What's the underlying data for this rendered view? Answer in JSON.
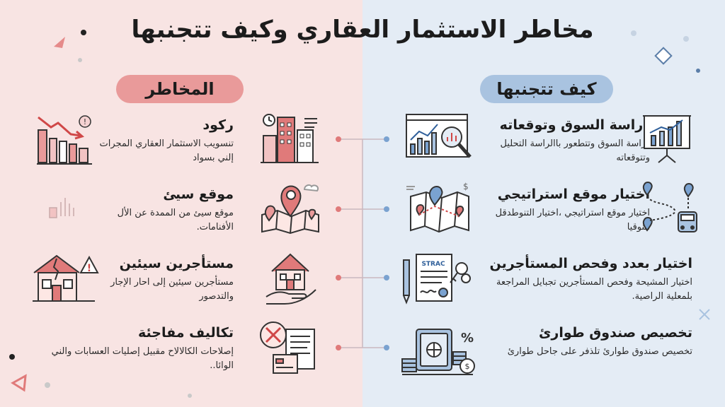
{
  "title": "مخاطر الاستثمار العقاري وكيف تتجنبها",
  "risks_header": "المخاطر",
  "solutions_header": "كيف تتجنبها",
  "risks": [
    {
      "title": "ركود",
      "desc": "تنسويب الاستثمار العقاري المجرات إلني بسواد"
    },
    {
      "title": "موقع سيئ",
      "desc": "موقع سيئ من الممدة عن الأل الأفنامات."
    },
    {
      "title": "مستأجرين سيئين",
      "desc": "مستأجرين سيئين إلى احار الإجار والتدصور"
    },
    {
      "title": "تكاليف مفاجئة",
      "desc": "إصلاحات الكالالاح مقبيل إصليات العسابات والني الوائا.."
    }
  ],
  "solutions": [
    {
      "title": "دراسة السوق وتوقعاته",
      "desc": "دراسة السوق وتتطعور باالراسة التحليل وتتوقعاته"
    },
    {
      "title": "اختيار موقع استراتيجي",
      "desc": "اختيار موقع استراتيجي ،اختيار التنوطدقل النوقيا"
    },
    {
      "title": "اختيار بعدد وفحص المستأجرين",
      "desc": "اختيار المشيحة وفحص المستأجرين تجبايل المراجعة بلمعلية الراصية."
    },
    {
      "title": "تخصيص صندوق طوارئ",
      "desc": "تخصيص صندوق طوارئ تلذفر على جاحل طوارئ"
    }
  ],
  "contract_label": "STRAC",
  "colors": {
    "risk": "#e07a7a",
    "solution": "#7aa2d0",
    "left_bg": "#f8e4e3",
    "right_bg": "#e4ecf5"
  }
}
